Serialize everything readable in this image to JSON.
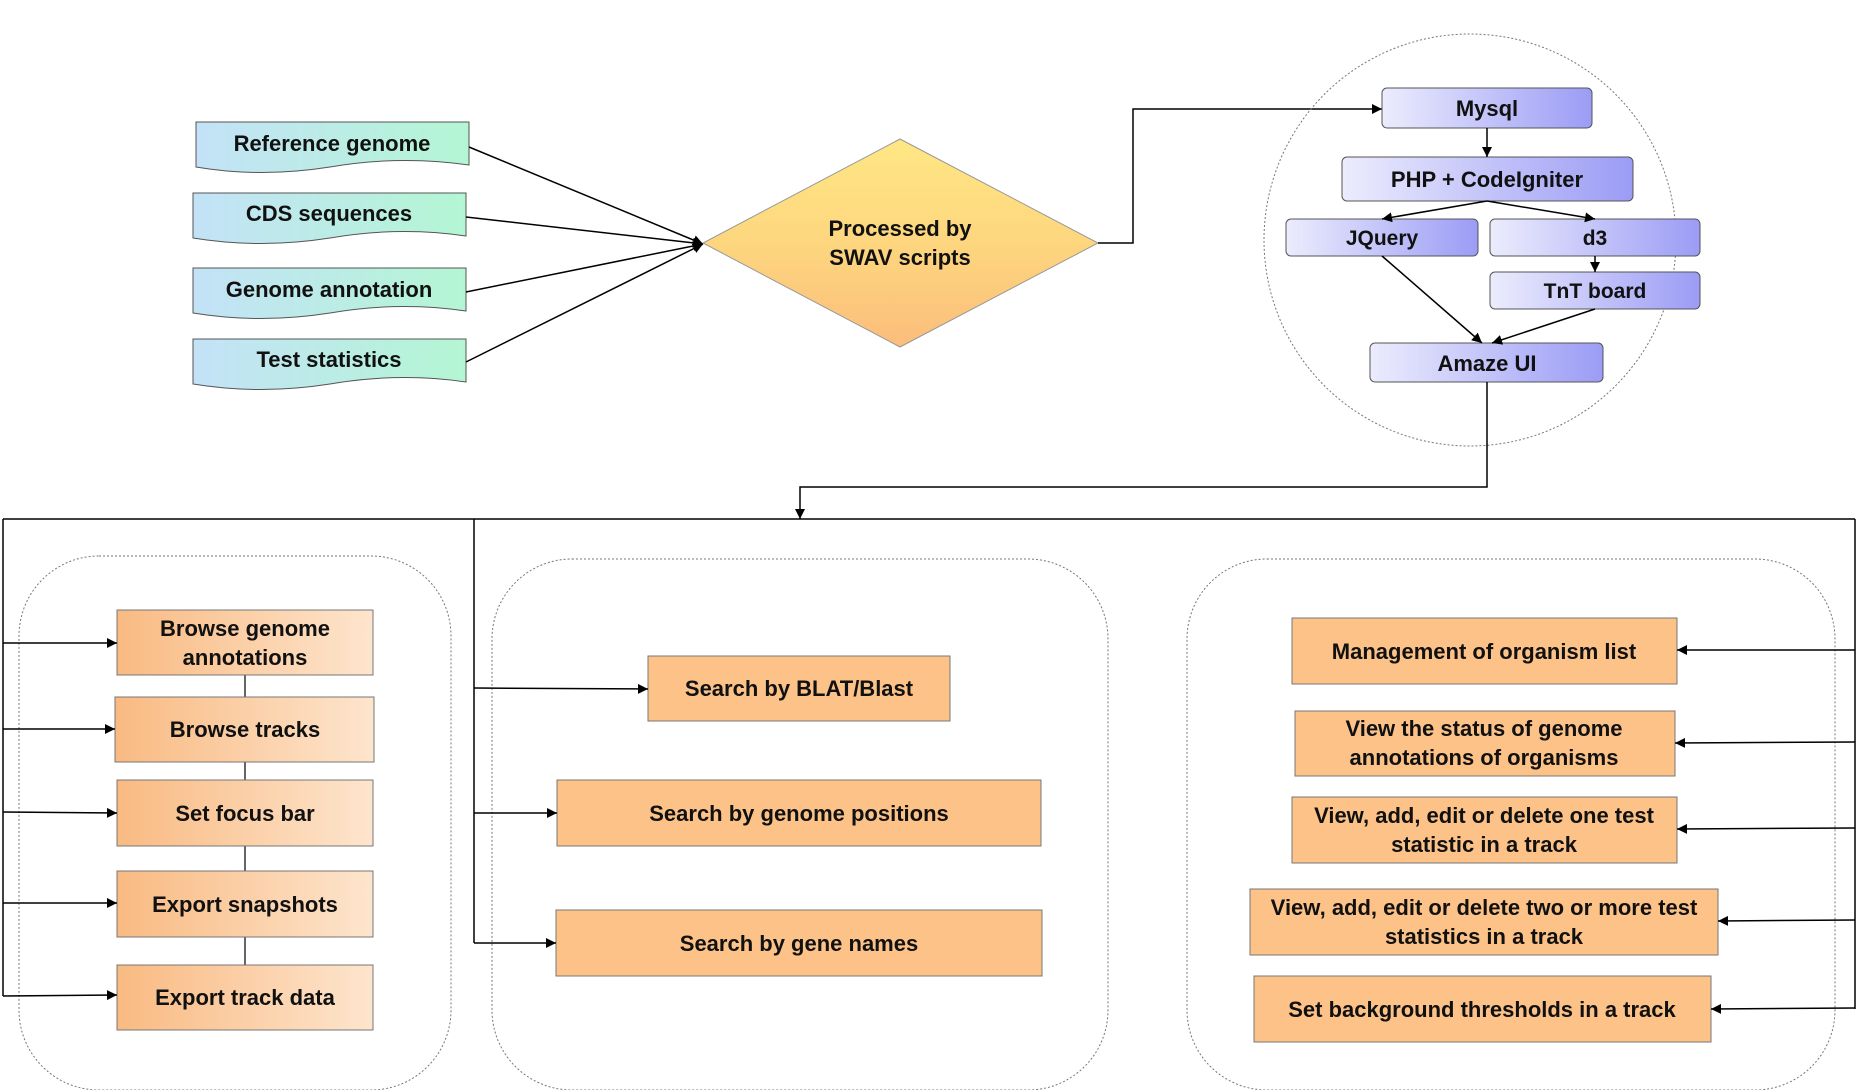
{
  "inputs": {
    "reference_genome": "Reference genome",
    "cds_sequences": "CDS sequences",
    "genome_annotation": "Genome annotation",
    "test_statistics": "Test statistics"
  },
  "process": {
    "line1": "Processed by",
    "line2": "SWAV scripts"
  },
  "stack": {
    "mysql": "Mysql",
    "php": "PHP + CodeIgniter",
    "jquery": "JQuery",
    "d3": "d3",
    "tnt": "TnT board",
    "amaze": "Amaze UI"
  },
  "browse_group": {
    "annotations_line1": "Browse genome",
    "annotations_line2": "annotations",
    "tracks": "Browse tracks",
    "focus_bar": "Set focus bar",
    "snapshots": "Export snapshots",
    "track_data": "Export track data"
  },
  "search_group": {
    "blat": "Search by BLAT/Blast",
    "positions": "Search by genome positions",
    "gene_names": "Search by gene names"
  },
  "manage_group": {
    "organism_list": "Management of organism list",
    "status_line1": "View the status of genome",
    "status_line2": "annotations of organisms",
    "one_stat_line1": "View, add, edit or delete one test",
    "one_stat_line2": "statistic in a track",
    "two_stat_line1": "View, add, edit or delete two or more test",
    "two_stat_line2": "statistics in a track",
    "thresholds": "Set background thresholds in a track"
  },
  "colors": {
    "input_start": "#c3e2f7",
    "input_end": "#b4f6d4",
    "diamond_top": "#ffe784",
    "diamond_bottom": "#fbbd7b",
    "stack_start": "#ececfd",
    "stack_end": "#9b9cf5",
    "orange_start": "#f9ba82",
    "orange_end": "#fde5cd",
    "orange_solid": "#fcc288",
    "line": "#000000"
  }
}
